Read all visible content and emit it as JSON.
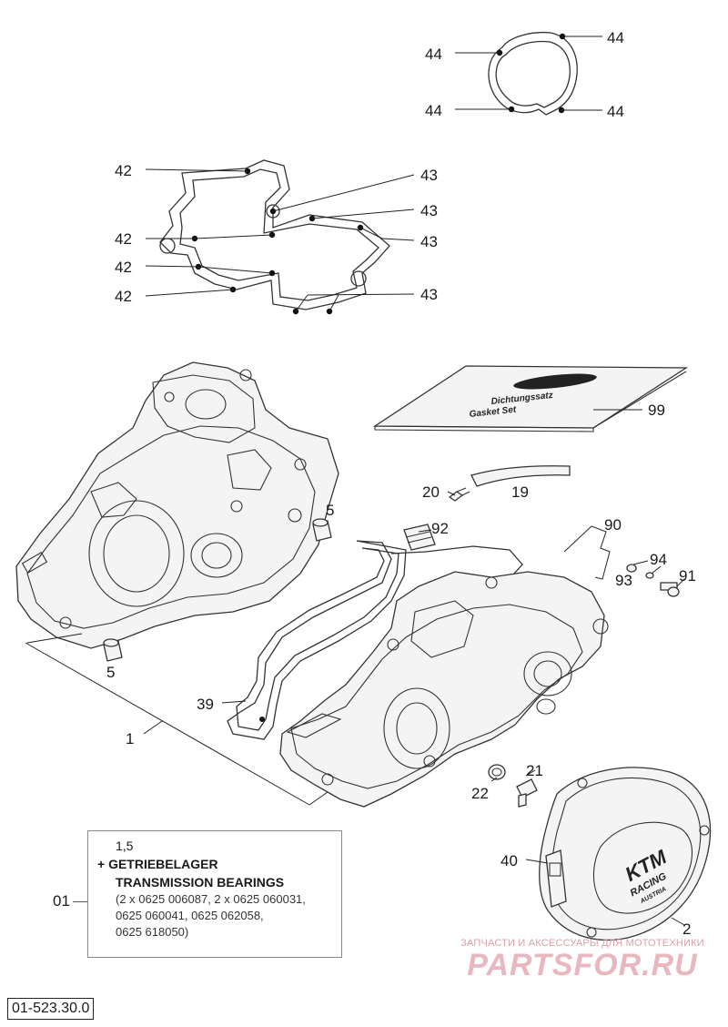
{
  "callouts": {
    "c44a": "44",
    "c44b": "44",
    "c44c": "44",
    "c44d": "44",
    "c42a": "42",
    "c42b": "42",
    "c42c": "42",
    "c42d": "42",
    "c43a": "43",
    "c43b": "43",
    "c43c": "43",
    "c43d": "43",
    "c99": "99",
    "c5a": "5",
    "c5b": "5",
    "c20": "20",
    "c19": "19",
    "c92": "92",
    "c90": "90",
    "c94": "94",
    "c93": "93",
    "c91": "91",
    "c39": "39",
    "c1": "1",
    "c21": "21",
    "c22": "22",
    "c40": "40",
    "c2": "2"
  },
  "info_box": {
    "ref": "01",
    "line1": "1,5",
    "line2": "+ GETRIEBELAGER",
    "line3": "TRANSMISSION BEARINGS",
    "line4": "(2 x 0625 006087, 2 x 0625 060031,",
    "line5": "0625 060041, 0625 062058,",
    "line6": "0625 618050)"
  },
  "drawing_number": "01-523.30.0",
  "gasket_kit_label": {
    "line1": "Dichtungssatz",
    "line2": "Gasket Set"
  },
  "cover_logo": {
    "brand": "KTM",
    "line2": "RACING",
    "line3": "AUSTRIA"
  },
  "watermark": {
    "top": "ЗАПЧАСТИ И АКСЕССУАРЫ ДЛЯ МОТОТЕХНИКИ",
    "brand": "PARTSFOR.RU"
  }
}
